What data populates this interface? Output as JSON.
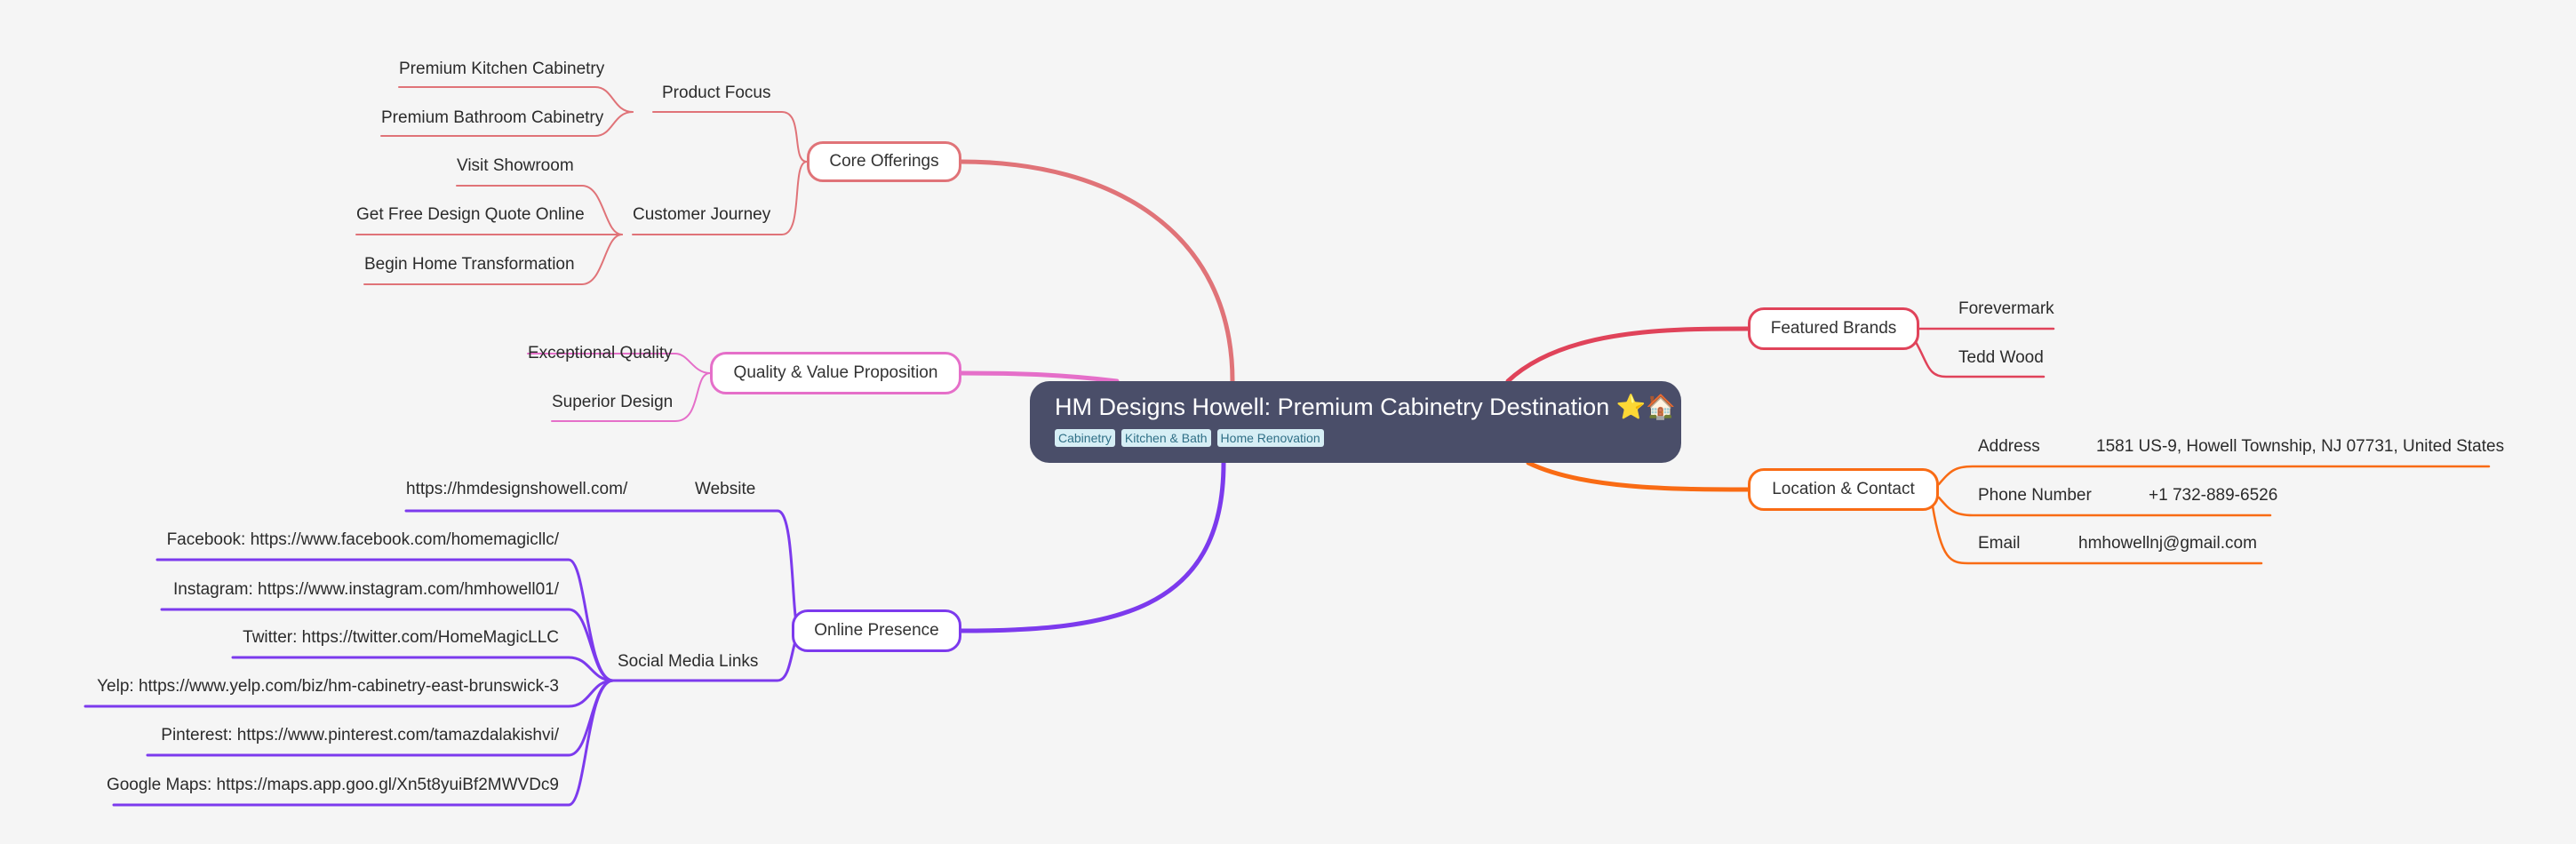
{
  "root": {
    "title": "HM Designs Howell: Premium Cabinetry Destination",
    "emoji": "⭐🏠",
    "tags": [
      "Cabinetry",
      "Kitchen & Bath",
      "Home Renovation"
    ]
  },
  "core": {
    "label": "Core Offerings",
    "color": "#e07378",
    "product_focus": {
      "label": "Product Focus",
      "items": [
        "Premium Kitchen Cabinetry",
        "Premium Bathroom Cabinetry"
      ]
    },
    "customer_journey": {
      "label": "Customer Journey",
      "items": [
        "Visit Showroom",
        "Get Free Design Quote Online",
        "Begin Home Transformation"
      ]
    }
  },
  "quality": {
    "label": "Quality & Value Proposition",
    "color": "#e56fc9",
    "items": [
      "Exceptional Quality",
      "Superior Design"
    ]
  },
  "online": {
    "label": "Online Presence",
    "color": "#7c3aed",
    "website": {
      "label": "Website",
      "value": "https://hmdesignshowell.com/"
    },
    "social": {
      "label": "Social Media Links",
      "items": [
        "Facebook: https://www.facebook.com/homemagicllc/",
        "Instagram: https://www.instagram.com/hmhowell01/",
        "Twitter: https://twitter.com/HomeMagicLLC",
        "Yelp: https://www.yelp.com/biz/hm-cabinetry-east-brunswick-3",
        "Pinterest: https://www.pinterest.com/tamazdalakishvi/",
        "Google Maps: https://maps.app.goo.gl/Xn5t8yuiBf2MWVDc9"
      ]
    }
  },
  "brands": {
    "label": "Featured Brands",
    "color": "#e0435a",
    "items": [
      "Forevermark",
      "Tedd Wood"
    ]
  },
  "location": {
    "label": "Location & Contact",
    "color": "#f96b14",
    "address": {
      "label": "Address",
      "value": "1581 US-9, Howell Township, NJ 07731, United States"
    },
    "phone": {
      "label": "Phone Number",
      "value": "+1 732-889-6526"
    },
    "email": {
      "label": "Email",
      "value": "hmhowellnj@gmail.com"
    }
  }
}
